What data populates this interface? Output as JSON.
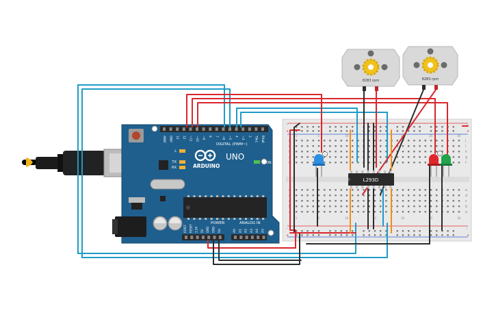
{
  "arduino": {
    "brand": "ARDUINO",
    "model": "UNO",
    "digital_label": "DIGITAL (PWM~)",
    "power_label": "POWER",
    "analog_label": "ANALOG IN",
    "on_label": "ON",
    "l_label": "L",
    "tx_label": "TX",
    "rx_label": "RX",
    "digital_pins": [
      "AREF",
      "GND",
      "13",
      "12",
      "~11",
      "~10",
      "~9",
      "8",
      "7",
      "~6",
      "~5",
      "4",
      "~3",
      "2",
      "TX▸1",
      "RX◂0"
    ],
    "power_pins": [
      "IOREF",
      "RESET",
      "3.3V",
      "5V",
      "GND",
      "GND",
      "Vin"
    ],
    "analog_pins": [
      "A0",
      "A1",
      "A2",
      "A3",
      "A4",
      "A5"
    ]
  },
  "motors": [
    {
      "label": "8283 rpm"
    },
    {
      "label": "8283 rpm"
    }
  ],
  "ic": {
    "label": "L293D"
  },
  "breadboard": {
    "row_letters_top": [
      "j",
      "i",
      "h",
      "g",
      "f"
    ],
    "row_letters_bottom": [
      "e",
      "d",
      "c",
      "b",
      "a"
    ],
    "col_numbers": [
      "1",
      "",
      "",
      "",
      "5",
      "",
      "",
      "",
      "",
      "10",
      "",
      "",
      "",
      "",
      "15",
      "",
      "",
      "",
      "",
      "20",
      "",
      "",
      "",
      "",
      "25",
      "",
      "",
      "",
      "",
      "30"
    ]
  },
  "colors": {
    "board": "#1f5f8d",
    "board_dark": "#17486c",
    "wire_red": "#d8262c",
    "wire_blue": "#1e9bc6",
    "wire_black": "#2b2b2b",
    "wire_orange": "#f08c1a",
    "led_blue": "#2d8fe0",
    "led_red": "#e0262c",
    "led_green": "#23a34a",
    "motor_body": "#d9d9d9",
    "gear": "#f1c21b",
    "breadboard": "#e9e9e9"
  }
}
